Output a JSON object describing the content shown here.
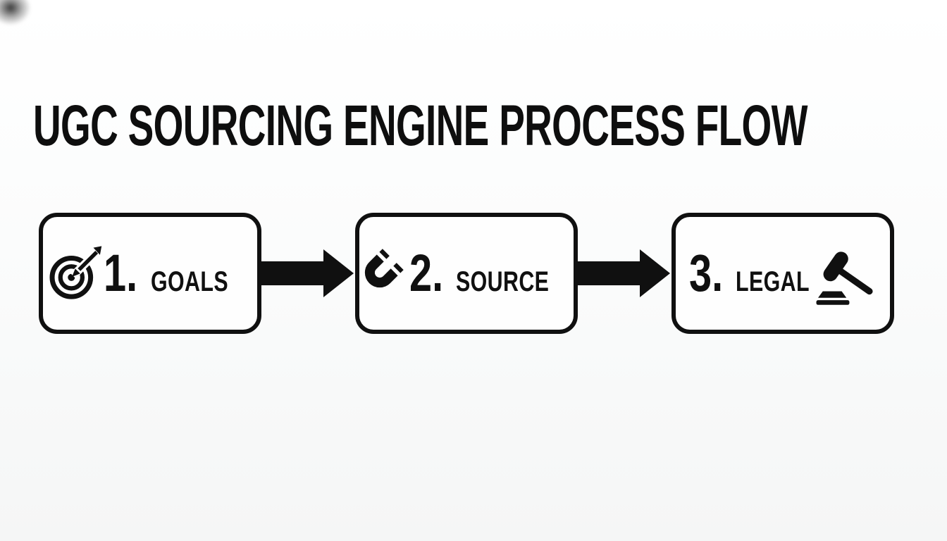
{
  "title": "UGC SOURCING ENGINE PROCESS FLOW",
  "flow": {
    "steps": [
      {
        "number": "1.",
        "label": "GOALS",
        "icon": "target-icon"
      },
      {
        "number": "2.",
        "label": "SOURCE",
        "icon": "magnet-icon"
      },
      {
        "number": "3.",
        "label": "LEGAL",
        "icon": "gavel-icon"
      }
    ],
    "connector_icon": "arrow-right-icon"
  },
  "colors": {
    "ink": "#101010",
    "background": "#fafbfb",
    "box_fill": "#fefefe",
    "box_border": "#101010"
  }
}
